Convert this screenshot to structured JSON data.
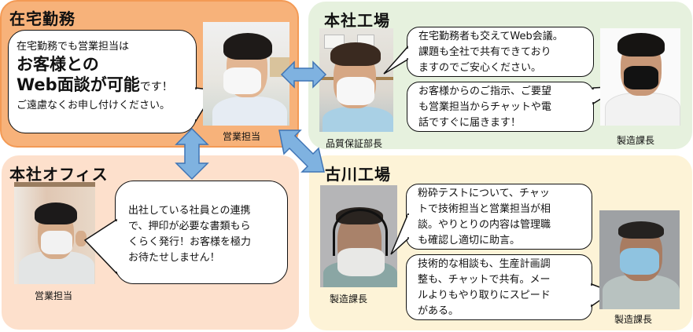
{
  "panels": {
    "home": {
      "title": "在宅勤務",
      "bubble": {
        "line1": "在宅勤務でも営業担当は",
        "line2": "お客様との",
        "line3_big": "Web面談が可能",
        "line3_small": "です！",
        "line4": "ご遠慮なくお申し付けください。"
      },
      "person": {
        "caption": "営業担当"
      }
    },
    "hq_factory": {
      "title": "本社工場",
      "bubbles": [
        {
          "lines": [
            "在宅勤務者も交えてWeb会議。",
            "課題も全社で共有できており",
            "ますのでご安心ください。"
          ]
        },
        {
          "lines": [
            "お客様からのご指示、ご要望",
            "も営業担当からチャットや電",
            "話ですぐに届きます！"
          ]
        }
      ],
      "people": [
        {
          "caption": "品質保証部長"
        },
        {
          "caption": "製造課長"
        }
      ]
    },
    "hq_office": {
      "title": "本社オフィス",
      "bubble": {
        "lines": [
          "出社している社員との連携",
          "で、押印が必要な書類もら",
          "くらく発行！お客様を極力",
          "お待たせしません！"
        ]
      },
      "person": {
        "caption": "営業担当"
      }
    },
    "furukawa": {
      "title": "古川工場",
      "bubbles": [
        {
          "lines": [
            "粉砕テストについて、チャッ",
            "トで技術担当と営業担当が相",
            "談。やりとりの内容は管理職",
            "も確認し適切に助言。"
          ]
        },
        {
          "lines": [
            "技術的な相談も、生産計画調",
            "整も、チャットで共有。メー",
            "ルよりもやり取りにスピード",
            "がある。"
          ]
        }
      ],
      "people": [
        {
          "caption": "製造課長"
        },
        {
          "caption": "製造課長"
        }
      ]
    }
  },
  "colors": {
    "home_bg": "#f7b27a",
    "hq_factory_bg": "#e6f1de",
    "hq_office_bg": "#fde0cc",
    "furukawa_bg": "#fdf3d7",
    "arrow_fill": "#7fb2e0",
    "arrow_stroke": "#3f74b5"
  }
}
